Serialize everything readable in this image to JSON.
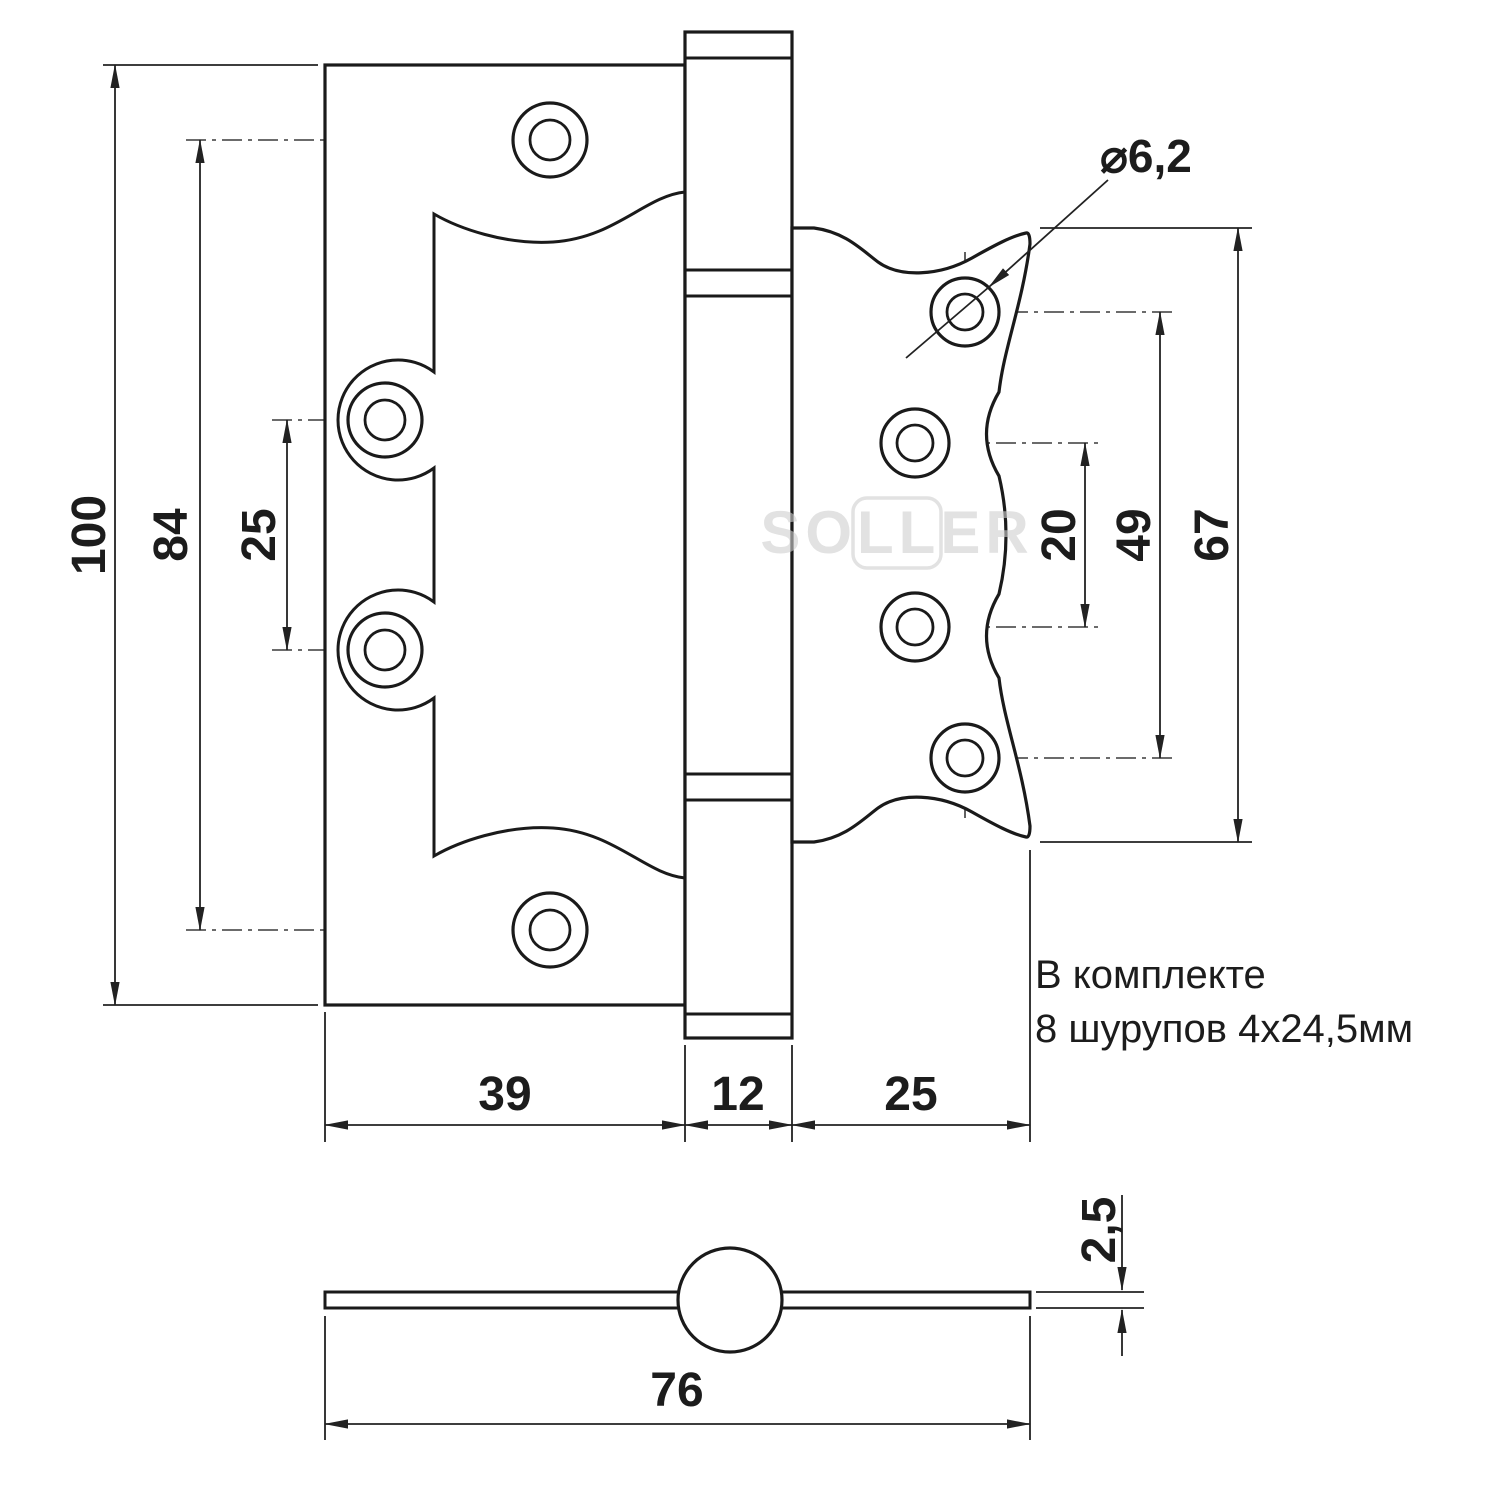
{
  "colors": {
    "line": "#1a1a1a",
    "dim": "#222222",
    "text": "#1c1c1c",
    "watermark": "#cfcfcf",
    "background": "#ffffff"
  },
  "watermark": {
    "text": "SOLLER"
  },
  "note": {
    "line1": "В комплекте",
    "line2": "8 шурупов 4x24,5мм"
  },
  "dimensions": {
    "total_height": "100",
    "left_outer_holes_span": "84",
    "left_middle_holes_span": "25",
    "left_leaf_width": "39",
    "barrel_width": "12",
    "right_leaf_width": "25",
    "hole_diameter": "⌀6,2",
    "right_leaf_height": "67",
    "right_outer_holes_span": "49",
    "right_inner_holes_span": "20",
    "plate_thickness": "2,5",
    "plate_length": "76"
  }
}
